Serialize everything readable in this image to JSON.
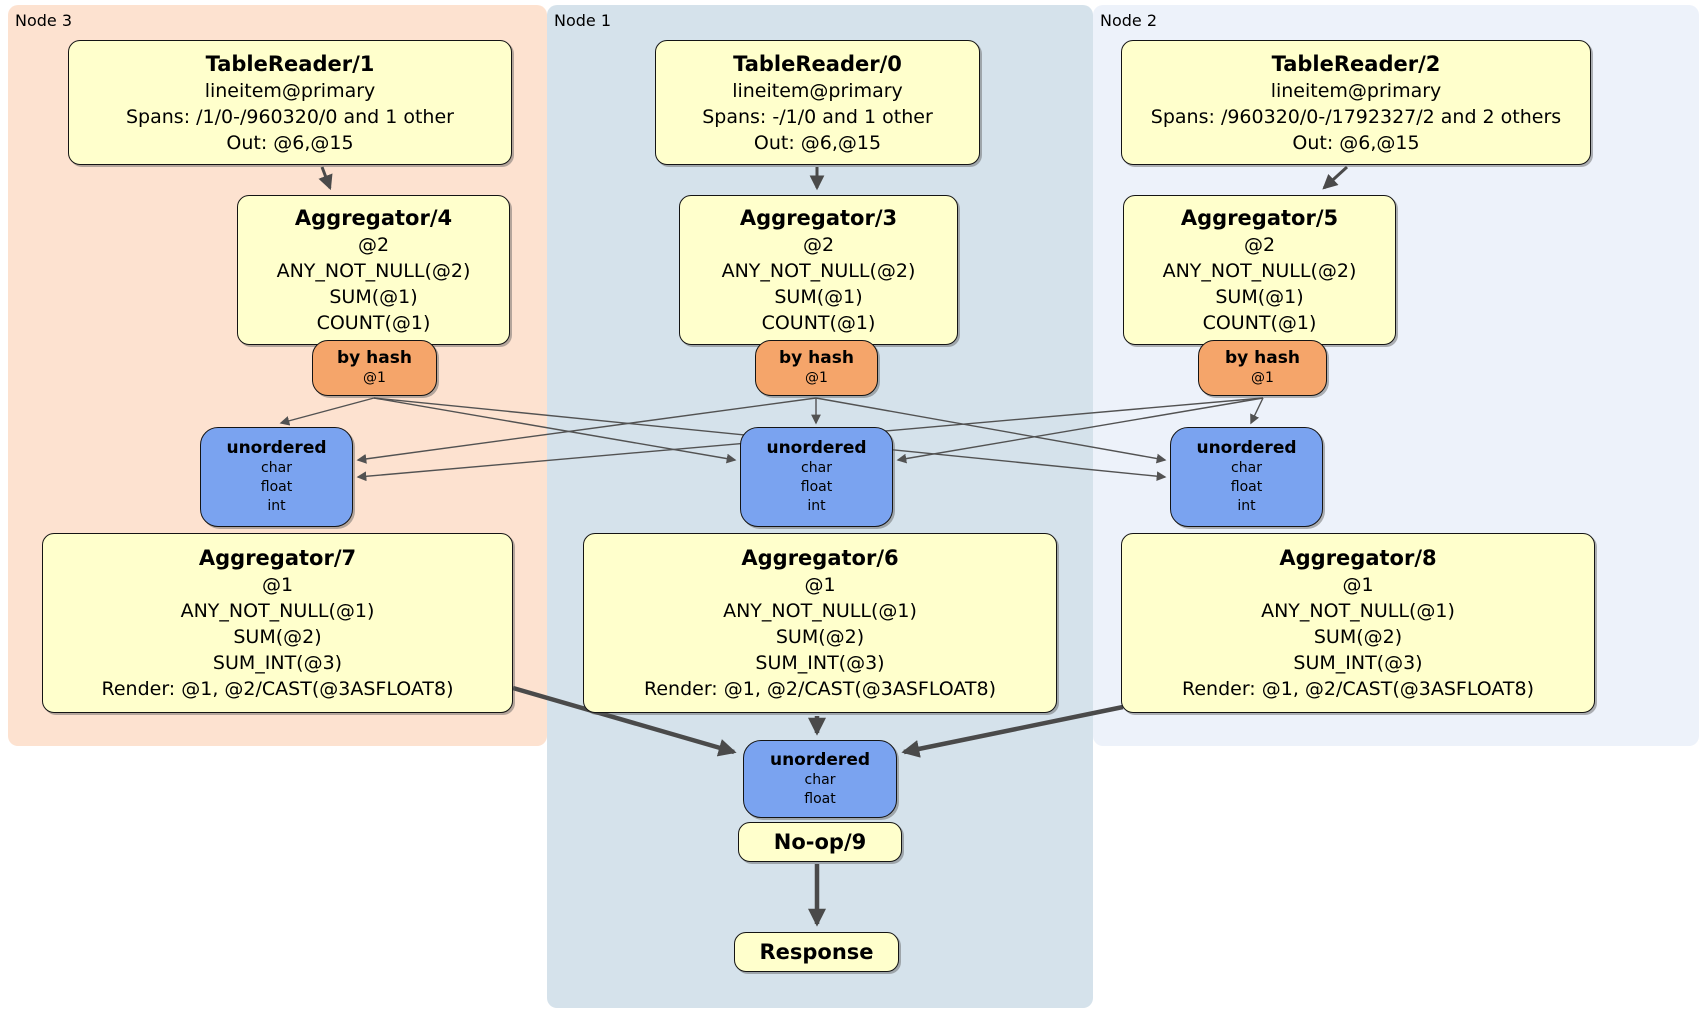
{
  "regions": {
    "node3": {
      "label": "Node 3",
      "bg": "#fde2d0"
    },
    "node1": {
      "label": "Node 1",
      "bg": "#d5e2eb"
    },
    "node2": {
      "label": "Node 2",
      "bg": "#edf2fa"
    }
  },
  "colors": {
    "processor_bg": "#ffffcc",
    "hash_router_bg": "#f5a56a",
    "sync_bg": "#7aa3f0",
    "edge": "#4a4a4a",
    "border": "#141414"
  },
  "boxes": {
    "tablereader1": {
      "title": "TableReader/1",
      "lines": [
        "lineitem@primary",
        "Spans: /1/0-/960320/0 and 1 other",
        "Out: @6,@15"
      ]
    },
    "tablereader0": {
      "title": "TableReader/0",
      "lines": [
        "lineitem@primary",
        "Spans: -/1/0 and 1 other",
        "Out: @6,@15"
      ]
    },
    "tablereader2": {
      "title": "TableReader/2",
      "lines": [
        "lineitem@primary",
        "Spans: /960320/0-/1792327/2 and 2 others",
        "Out: @6,@15"
      ]
    },
    "aggregator4": {
      "title": "Aggregator/4",
      "lines": [
        "@2",
        "ANY_NOT_NULL(@2)",
        "SUM(@1)",
        "COUNT(@1)"
      ]
    },
    "aggregator3": {
      "title": "Aggregator/3",
      "lines": [
        "@2",
        "ANY_NOT_NULL(@2)",
        "SUM(@1)",
        "COUNT(@1)"
      ]
    },
    "aggregator5": {
      "title": "Aggregator/5",
      "lines": [
        "@2",
        "ANY_NOT_NULL(@2)",
        "SUM(@1)",
        "COUNT(@1)"
      ]
    },
    "byhash4": {
      "title": "by hash",
      "lines": [
        "@1"
      ]
    },
    "byhash3": {
      "title": "by hash",
      "lines": [
        "@1"
      ]
    },
    "byhash5": {
      "title": "by hash",
      "lines": [
        "@1"
      ]
    },
    "unordered7": {
      "title": "unordered",
      "lines": [
        "char",
        "float",
        "int"
      ]
    },
    "unordered6": {
      "title": "unordered",
      "lines": [
        "char",
        "float",
        "int"
      ]
    },
    "unordered8": {
      "title": "unordered",
      "lines": [
        "char",
        "float",
        "int"
      ]
    },
    "aggregator7": {
      "title": "Aggregator/7",
      "lines": [
        "@1",
        "ANY_NOT_NULL(@1)",
        "SUM(@2)",
        "SUM_INT(@3)",
        "Render: @1, @2/CAST(@3ASFLOAT8)"
      ]
    },
    "aggregator6": {
      "title": "Aggregator/6",
      "lines": [
        "@1",
        "ANY_NOT_NULL(@1)",
        "SUM(@2)",
        "SUM_INT(@3)",
        "Render: @1, @2/CAST(@3ASFLOAT8)"
      ]
    },
    "aggregator8": {
      "title": "Aggregator/8",
      "lines": [
        "@1",
        "ANY_NOT_NULL(@1)",
        "SUM(@2)",
        "SUM_INT(@3)",
        "Render: @1, @2/CAST(@3ASFLOAT8)"
      ]
    },
    "unordered9": {
      "title": "unordered",
      "lines": [
        "char",
        "float"
      ]
    },
    "noop9": {
      "title": "No-op/9"
    },
    "response": {
      "title": "Response"
    }
  }
}
